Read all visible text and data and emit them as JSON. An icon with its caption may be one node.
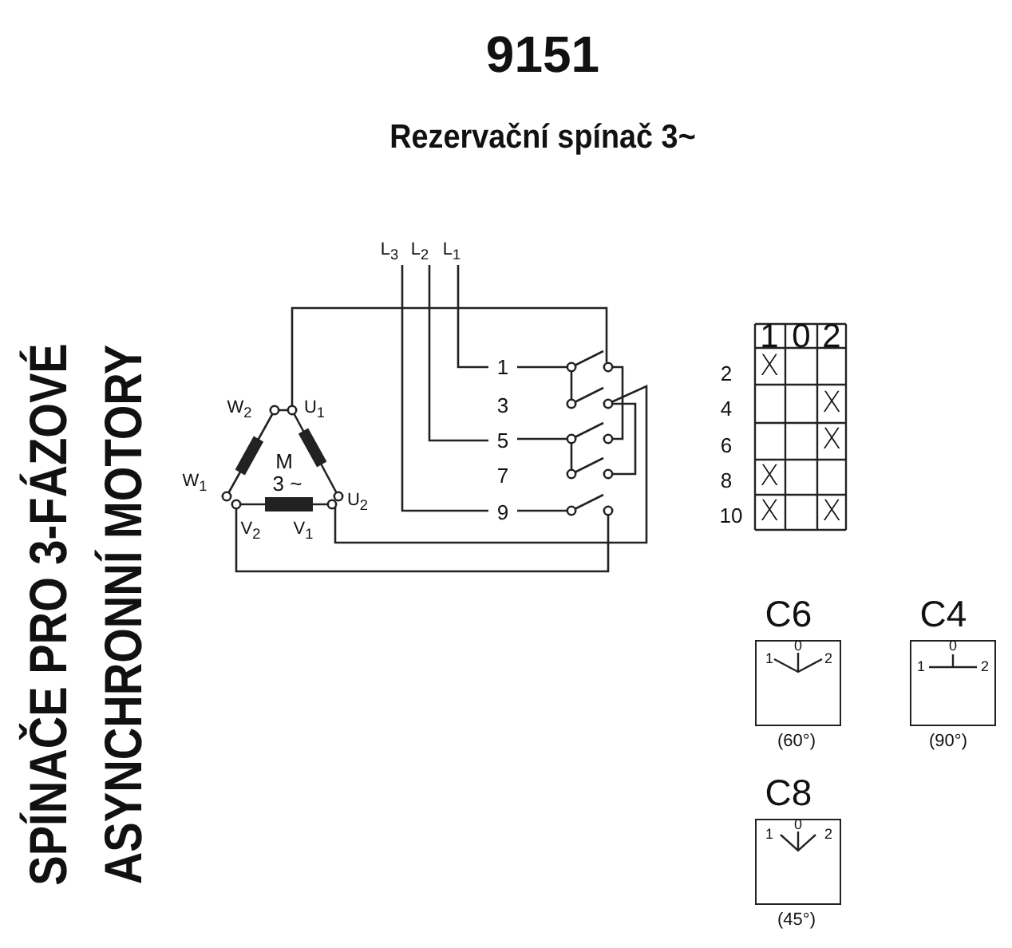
{
  "diagram": {
    "title": "9151",
    "nodes": [
      {
        "text": [
          "C6",
          "0",
          "1",
          "2"
        ],
        "beside": [
          "(60°)"
        ]
      },
      {
        "text": [
          "C4",
          "0",
          "1",
          "2"
        ],
        "beside": [
          "(90°)"
        ]
      },
      {
        "text": [
          "C8",
          "0",
          "1",
          "2"
        ],
        "beside": [
          "(45°)"
        ]
      }
    ],
    "labels": [
      "Rezervační spínač 3~",
      "SPÍNAČE PRO 3-FÁZOVÉ",
      "ASYNCHRONNÍ MOTORY",
      "L$_{3}$",
      "L$_{2}$",
      "L$_{1}$",
      "1",
      "0",
      "2",
      "W$_{2}$",
      "U$_{1}$",
      "1",
      "3",
      "M",
      "5",
      "W$_{1}$",
      "3 ~",
      "U$_{2}$",
      "7",
      "V$_{2}$",
      "V$_{1}$",
      "9",
      "2",
      "X",
      "4",
      "X",
      "6",
      "X",
      "8",
      "X",
      "10",
      "X",
      "X"
    ]
  }
}
